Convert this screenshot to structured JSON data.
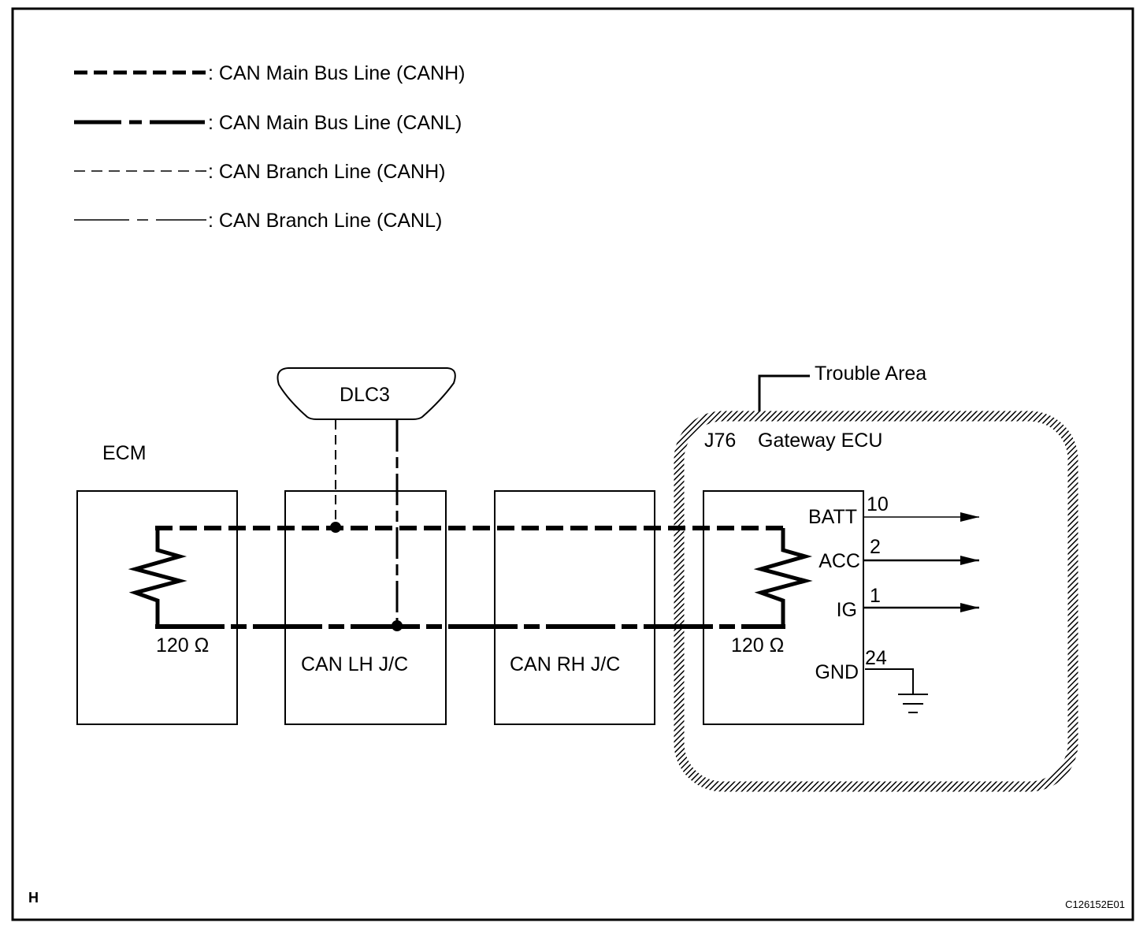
{
  "legend": [
    {
      "style": "main-canh",
      "label": ": CAN Main Bus Line (CANH)"
    },
    {
      "style": "main-canl",
      "label": ": CAN Main Bus Line (CANL)"
    },
    {
      "style": "branch-canh",
      "label": ": CAN Branch Line (CANH)"
    },
    {
      "style": "branch-canl",
      "label": ": CAN Branch Line (CANL)"
    }
  ],
  "components": {
    "ecm": {
      "label": "ECM",
      "resistor": "120 Ω"
    },
    "dlc3": {
      "label": "DLC3"
    },
    "can_lh_jc": {
      "label": "CAN LH J/C"
    },
    "can_rh_jc": {
      "label": "CAN RH J/C"
    },
    "gateway": {
      "code": "J76",
      "label": "Gateway ECU",
      "resistor": "120 Ω",
      "pins": [
        {
          "name": "BATT",
          "number": "10",
          "type": "output"
        },
        {
          "name": "ACC",
          "number": "2",
          "type": "output"
        },
        {
          "name": "IG",
          "number": "1",
          "type": "output"
        },
        {
          "name": "GND",
          "number": "24",
          "type": "ground"
        }
      ]
    }
  },
  "trouble_area": {
    "label": "Trouble Area"
  },
  "footer": {
    "left_mark": "H",
    "figure_code": "C126152E01"
  },
  "colors": {
    "ink": "#000000",
    "paper": "#ffffff"
  }
}
